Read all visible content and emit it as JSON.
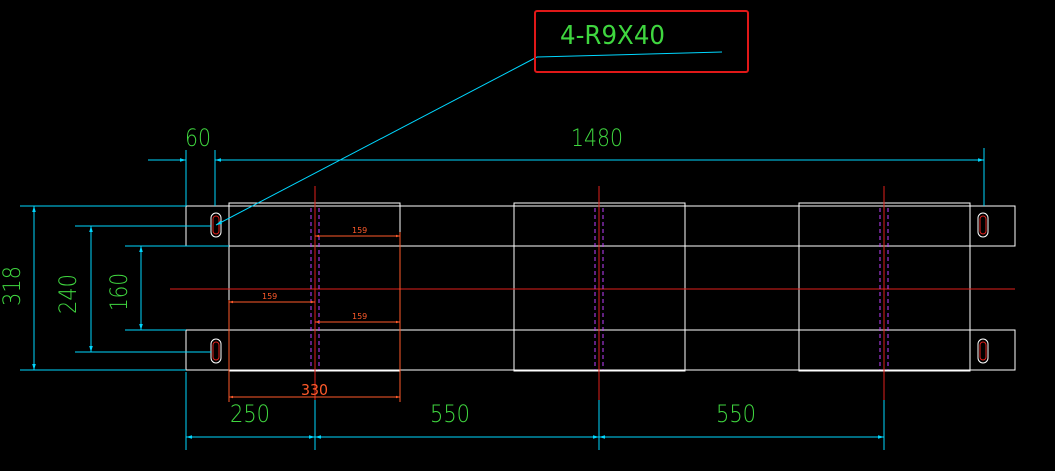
{
  "callout": {
    "text": "4-R9X40"
  },
  "dimensions": {
    "top_left": "60",
    "top_main": "1480",
    "height_outer": "318",
    "height_mid": "240",
    "height_inner": "160",
    "bottom_1": "250",
    "bottom_2": "550",
    "bottom_3": "550",
    "red_total": "330",
    "red_small_1": "159",
    "red_small_2": "159",
    "red_small_3": "159"
  },
  "colors": {
    "background": "#000000",
    "outline": "#ffffff",
    "dimension_line": "#00d7ff",
    "dimension_text": "#3fd63f",
    "centerline": "#e0201c",
    "hidden_line": "#c040ff",
    "highlight_box": "#e01818",
    "red_dimension": "#ff5a2a"
  }
}
